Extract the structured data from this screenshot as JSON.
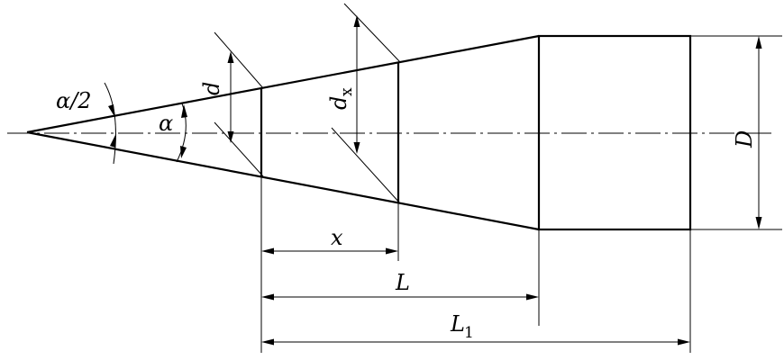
{
  "labels": {
    "half_angle": "α/2",
    "angle": "α",
    "d": "d",
    "dx_main": "d",
    "dx_sub": "x",
    "D": "D",
    "x": "x",
    "L": "L",
    "L1_main": "L",
    "L1_sub": "1"
  }
}
